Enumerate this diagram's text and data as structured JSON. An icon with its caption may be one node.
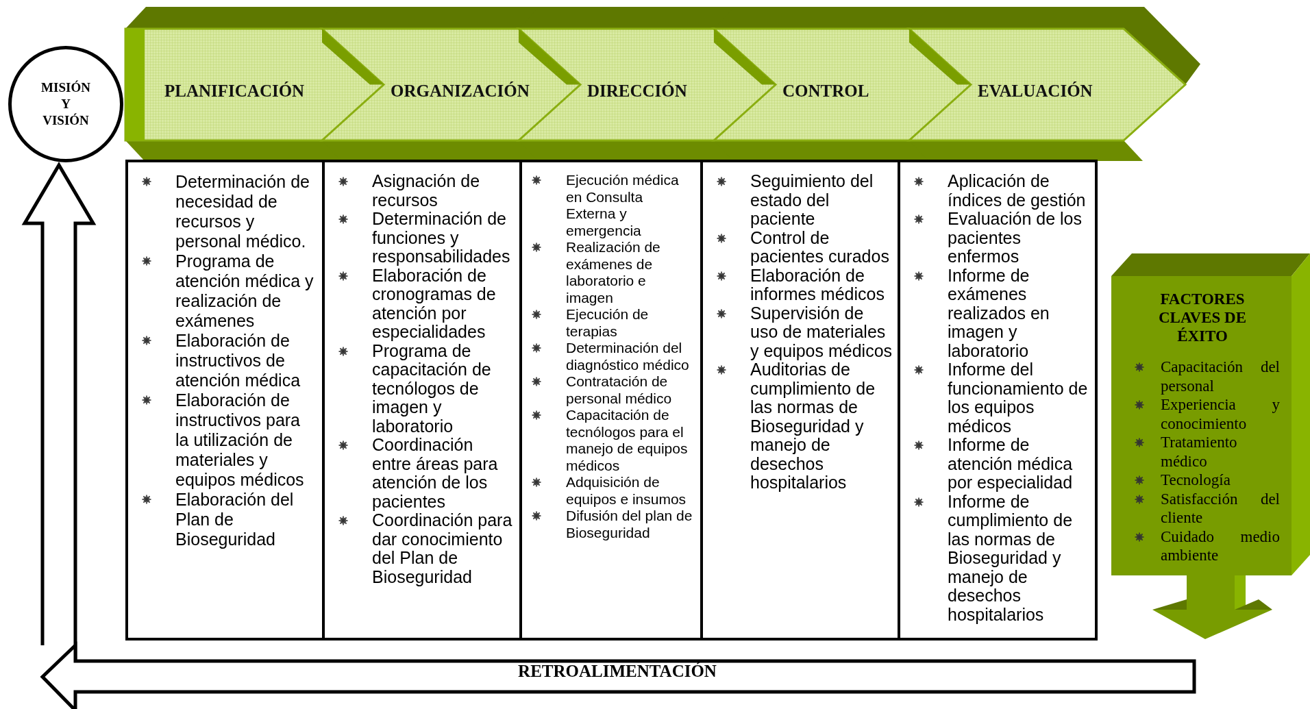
{
  "diagram": {
    "nodes": [
      {
        "text": [
          "MISIÓN Y VISIÓN"
        ]
      },
      {
        "text": [
          "PLANIFICACIÓN"
        ]
      },
      {
        "text": [
          "ORGANIZACIÓN"
        ]
      },
      {
        "text": [
          "DIRECCIÓN"
        ]
      },
      {
        "text": [
          "CONTROL"
        ]
      },
      {
        "text": [
          "EVALUACIÓN"
        ]
      },
      {
        "text": [
          "Determinación de necesidad de recursos y personal médico.",
          "Programa de atención médica y realización de exámenes",
          "Elaboración de instructivos de atención médica",
          "Elaboración de instructivos para la utilización de materiales y equipos médicos",
          "Elaboración del Plan de Bioseguridad"
        ]
      },
      {
        "text": [
          "Asignación de recursos",
          "Determinación de funciones y responsabilidades",
          "Elaboración de cronogramas de atención por especialidades",
          "Programa de capacitación de tecnólogos de imagen y laboratorio",
          "Coordinación entre áreas para atención de los pacientes",
          "Coordinación para dar conocimiento del Plan de Bioseguridad"
        ]
      },
      {
        "text": [
          "Ejecución médica en Consulta Externa y emergencia",
          "Realización de exámenes de laboratorio e imagen",
          "Ejecución de terapias",
          "Determinación del diagnóstico médico",
          "Contratación de personal médico",
          "Capacitación de tecnólogos para el manejo de equipos médicos",
          "Adquisición de equipos e insumos",
          "Difusión del plan de Bioseguridad"
        ]
      },
      {
        "text": [
          "Seguimiento del estado del paciente",
          "Control de pacientes curados",
          "Elaboración de informes médicos",
          "Supervisión de uso de materiales y equipos médicos",
          "Auditorias de cumplimiento de las normas de Bioseguridad y manejo de desechos hospitalarios"
        ]
      },
      {
        "text": [
          "Aplicación de índices de gestión",
          "Evaluación de los pacientes enfermos",
          "Informe de exámenes realizados en imagen y laboratorio",
          "Informe del funcionamiento de los equipos médicos",
          "Informe de atención médica por especialidad",
          "Informe de cumplimiento de las normas de Bioseguridad y manejo de desechos hospitalarios"
        ]
      },
      {
        "text": [
          "FACTORES CLAVES DE ÉXITO",
          "Capacitación del personal",
          "Experiencia y conocimiento",
          "Tratamiento médico",
          "Tecnología",
          "Satisfacción del cliente",
          "Cuidado medio ambiente"
        ]
      },
      {
        "text": [
          "RETROALIMENTACIÓN"
        ]
      }
    ],
    "edges": [
      {
        "from": 12,
        "to": 0,
        "arrow": "to"
      }
    ]
  }
}
